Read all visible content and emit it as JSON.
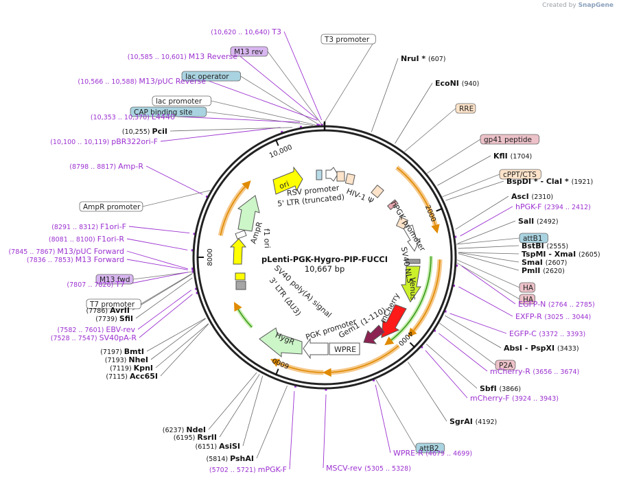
{
  "credit": {
    "prefix": "Created by",
    "brand": "SnapGene"
  },
  "plasmid": {
    "name": "pLenti-PGK-Hygro-PIP-FUCCI",
    "size": "10,667 bp",
    "length": 10667
  },
  "colors": {
    "purple": "#9b30d0",
    "site": "#000000",
    "leader": "#555555"
  },
  "ruler": [
    {
      "label": "2000",
      "bp": 2000
    },
    {
      "label": "4000",
      "bp": 4000
    },
    {
      "label": "6000",
      "bp": 6000
    },
    {
      "label": "8000",
      "bp": 8000
    },
    {
      "label": "10,000",
      "bp": 10000
    }
  ],
  "features": [
    {
      "label": "T3 promoter",
      "bp": 10645
    },
    {
      "label": "M13 rev",
      "bp": 10635
    },
    {
      "label": "lac operator",
      "bp": 10600
    },
    {
      "label": "lac promoter",
      "bp": 10560
    },
    {
      "label": "CAP binding site",
      "bp": 10520
    },
    {
      "label": "RRE",
      "bp": 1100
    },
    {
      "label": "gp41 peptide",
      "bp": 1500
    },
    {
      "label": "cPPT/CTS",
      "bp": 1860
    },
    {
      "label": "attB1",
      "bp": 2500
    },
    {
      "label": "HA",
      "bp": 2700
    },
    {
      "label": "HA",
      "bp": 2740
    },
    {
      "label": "P2A",
      "bp": 3550
    },
    {
      "label": "attB2",
      "bp": 4660
    },
    {
      "label": "AmpR promoter",
      "bp": 8900
    },
    {
      "label": "M13 fwd",
      "bp": 7815
    },
    {
      "label": "T7 promoter",
      "bp": 7800
    }
  ],
  "primers": [
    {
      "name": "T3",
      "range": "(10,620 .. 10,640)",
      "bp": 10630
    },
    {
      "name": "M13 Reverse",
      "range": "(10,585 .. 10,601)",
      "bp": 10593
    },
    {
      "name": "M13/pUC Reverse",
      "range": "(10,566 .. 10,588)",
      "bp": 10577
    },
    {
      "name": "L4440",
      "range": "(10,353 .. 10,370)",
      "bp": 10361
    },
    {
      "name": "pBR322ori-F",
      "range": "(10,100 .. 10,119)",
      "bp": 10110
    },
    {
      "name": "Amp-R",
      "range": "(8798 .. 8817)",
      "bp": 8808
    },
    {
      "name": "F1ori-F",
      "range": "(8291 .. 8312)",
      "bp": 8302
    },
    {
      "name": "F1ori-R",
      "range": "(8081 .. 8100)",
      "bp": 8090
    },
    {
      "name": "M13/pUC Forward",
      "range": "(7845 .. 7867)",
      "bp": 7856
    },
    {
      "name": "M13 Forward",
      "range": "(7836 .. 7853)",
      "bp": 7845
    },
    {
      "name": "T7",
      "range": "(7807 .. 7826)",
      "bp": 7816
    },
    {
      "name": "EBV-rev",
      "range": "(7582 .. 7601)",
      "bp": 7591
    },
    {
      "name": "SV40pA-R",
      "range": "(7528 .. 7547)",
      "bp": 7537
    },
    {
      "name": "mPGK-F",
      "range": "(5702 .. 5721)",
      "bp": 5711
    },
    {
      "name": "MSCV-rev",
      "range": "(5305 .. 5328)",
      "bp": 5316
    },
    {
      "name": "WPRE-R",
      "range": "(4679 .. 4699)",
      "bp": 4689
    },
    {
      "name": "mCherry-F",
      "range": "(3924 .. 3943)",
      "bp": 3933
    },
    {
      "name": "mCherry-R",
      "range": "(3656 .. 3674)",
      "bp": 3665
    },
    {
      "name": "EGFP-C",
      "range": "(3372 .. 3393)",
      "bp": 3382
    },
    {
      "name": "EXFP-R",
      "range": "(3025 .. 3044)",
      "bp": 3034
    },
    {
      "name": "EGFP-N",
      "range": "(2764 .. 2785)",
      "bp": 2774
    },
    {
      "name": "hPGK-F",
      "range": "(2394 .. 2412)",
      "bp": 2403
    }
  ],
  "sites": [
    {
      "name": "NruI *",
      "pos": "(607)",
      "bp": 607
    },
    {
      "name": "EcoNI",
      "pos": "(940)",
      "bp": 940
    },
    {
      "name": "KflI",
      "pos": "(1704)",
      "bp": 1704
    },
    {
      "name": "BspDI * - ClaI *",
      "pos": "(1921)",
      "bp": 1921
    },
    {
      "name": "AscI",
      "pos": "(2310)",
      "bp": 2310
    },
    {
      "name": "SalI",
      "pos": "(2492)",
      "bp": 2492
    },
    {
      "name": "BstBI",
      "pos": "(2555)",
      "bp": 2555
    },
    {
      "name": "TspMI - XmaI",
      "pos": "(2605)",
      "bp": 2605
    },
    {
      "name": "SmaI",
      "pos": "(2607)",
      "bp": 2607
    },
    {
      "name": "PmlI",
      "pos": "(2620)",
      "bp": 2620
    },
    {
      "name": "AbsI - PspXI",
      "pos": "(3433)",
      "bp": 3433
    },
    {
      "name": "SbfI",
      "pos": "(3866)",
      "bp": 3866
    },
    {
      "name": "SgrAI",
      "pos": "(4192)",
      "bp": 4192
    },
    {
      "name": "PshAI",
      "pos": "(5814)",
      "bp": 5814
    },
    {
      "name": "AsiSI",
      "pos": "(6151)",
      "bp": 6151
    },
    {
      "name": "RsrII",
      "pos": "(6195)",
      "bp": 6195
    },
    {
      "name": "NdeI",
      "pos": "(6237)",
      "bp": 6237
    },
    {
      "name": "Acc65I",
      "pos": "(7115)",
      "bp": 7115
    },
    {
      "name": "KpnI",
      "pos": "(7119)",
      "bp": 7119
    },
    {
      "name": "NheI",
      "pos": "(7193)",
      "bp": 7193
    },
    {
      "name": "BmtI",
      "pos": "(7197)",
      "bp": 7197
    },
    {
      "name": "SfiI",
      "pos": "(7739)",
      "bp": 7739
    },
    {
      "name": "AvrII",
      "pos": "(7786)",
      "bp": 7786
    },
    {
      "name": "PciI",
      "pos": "(10,255)",
      "bp": 10255
    }
  ],
  "inner_labels": [
    "RSV promoter",
    "5' LTR (truncated)",
    "HIV-1 Ψ",
    "hPGK promoter",
    "SV40 NLS",
    "Venus",
    "mCherry",
    "Gem1 (1-110)",
    "WPRE",
    "PGK promoter",
    "HygR",
    "SV40 poly(A) signal",
    "3' LTR (ΔU3)",
    "f1 ori",
    "AmpR",
    "ori"
  ]
}
